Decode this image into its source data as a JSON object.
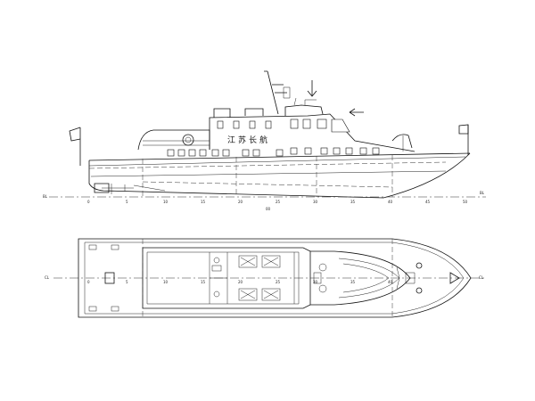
{
  "drawing": {
    "profile_ship_name": "江苏长航",
    "wheelhouse_sign_left": "",
    "wheelhouse_sign_right": "",
    "plan_label": "",
    "baseline_left": "BL",
    "baseline_right": "BL",
    "centerline_left": "CL",
    "centerline_right": "CL",
    "ticks": [
      "0",
      "5",
      "10",
      "15",
      "20",
      "25",
      "30",
      "35",
      "40",
      "45",
      "50"
    ],
    "plan_ticks": [
      "0",
      "5",
      "10",
      "15",
      "20",
      "25",
      "30",
      "35",
      "40"
    ],
    "center_mark": "00"
  }
}
